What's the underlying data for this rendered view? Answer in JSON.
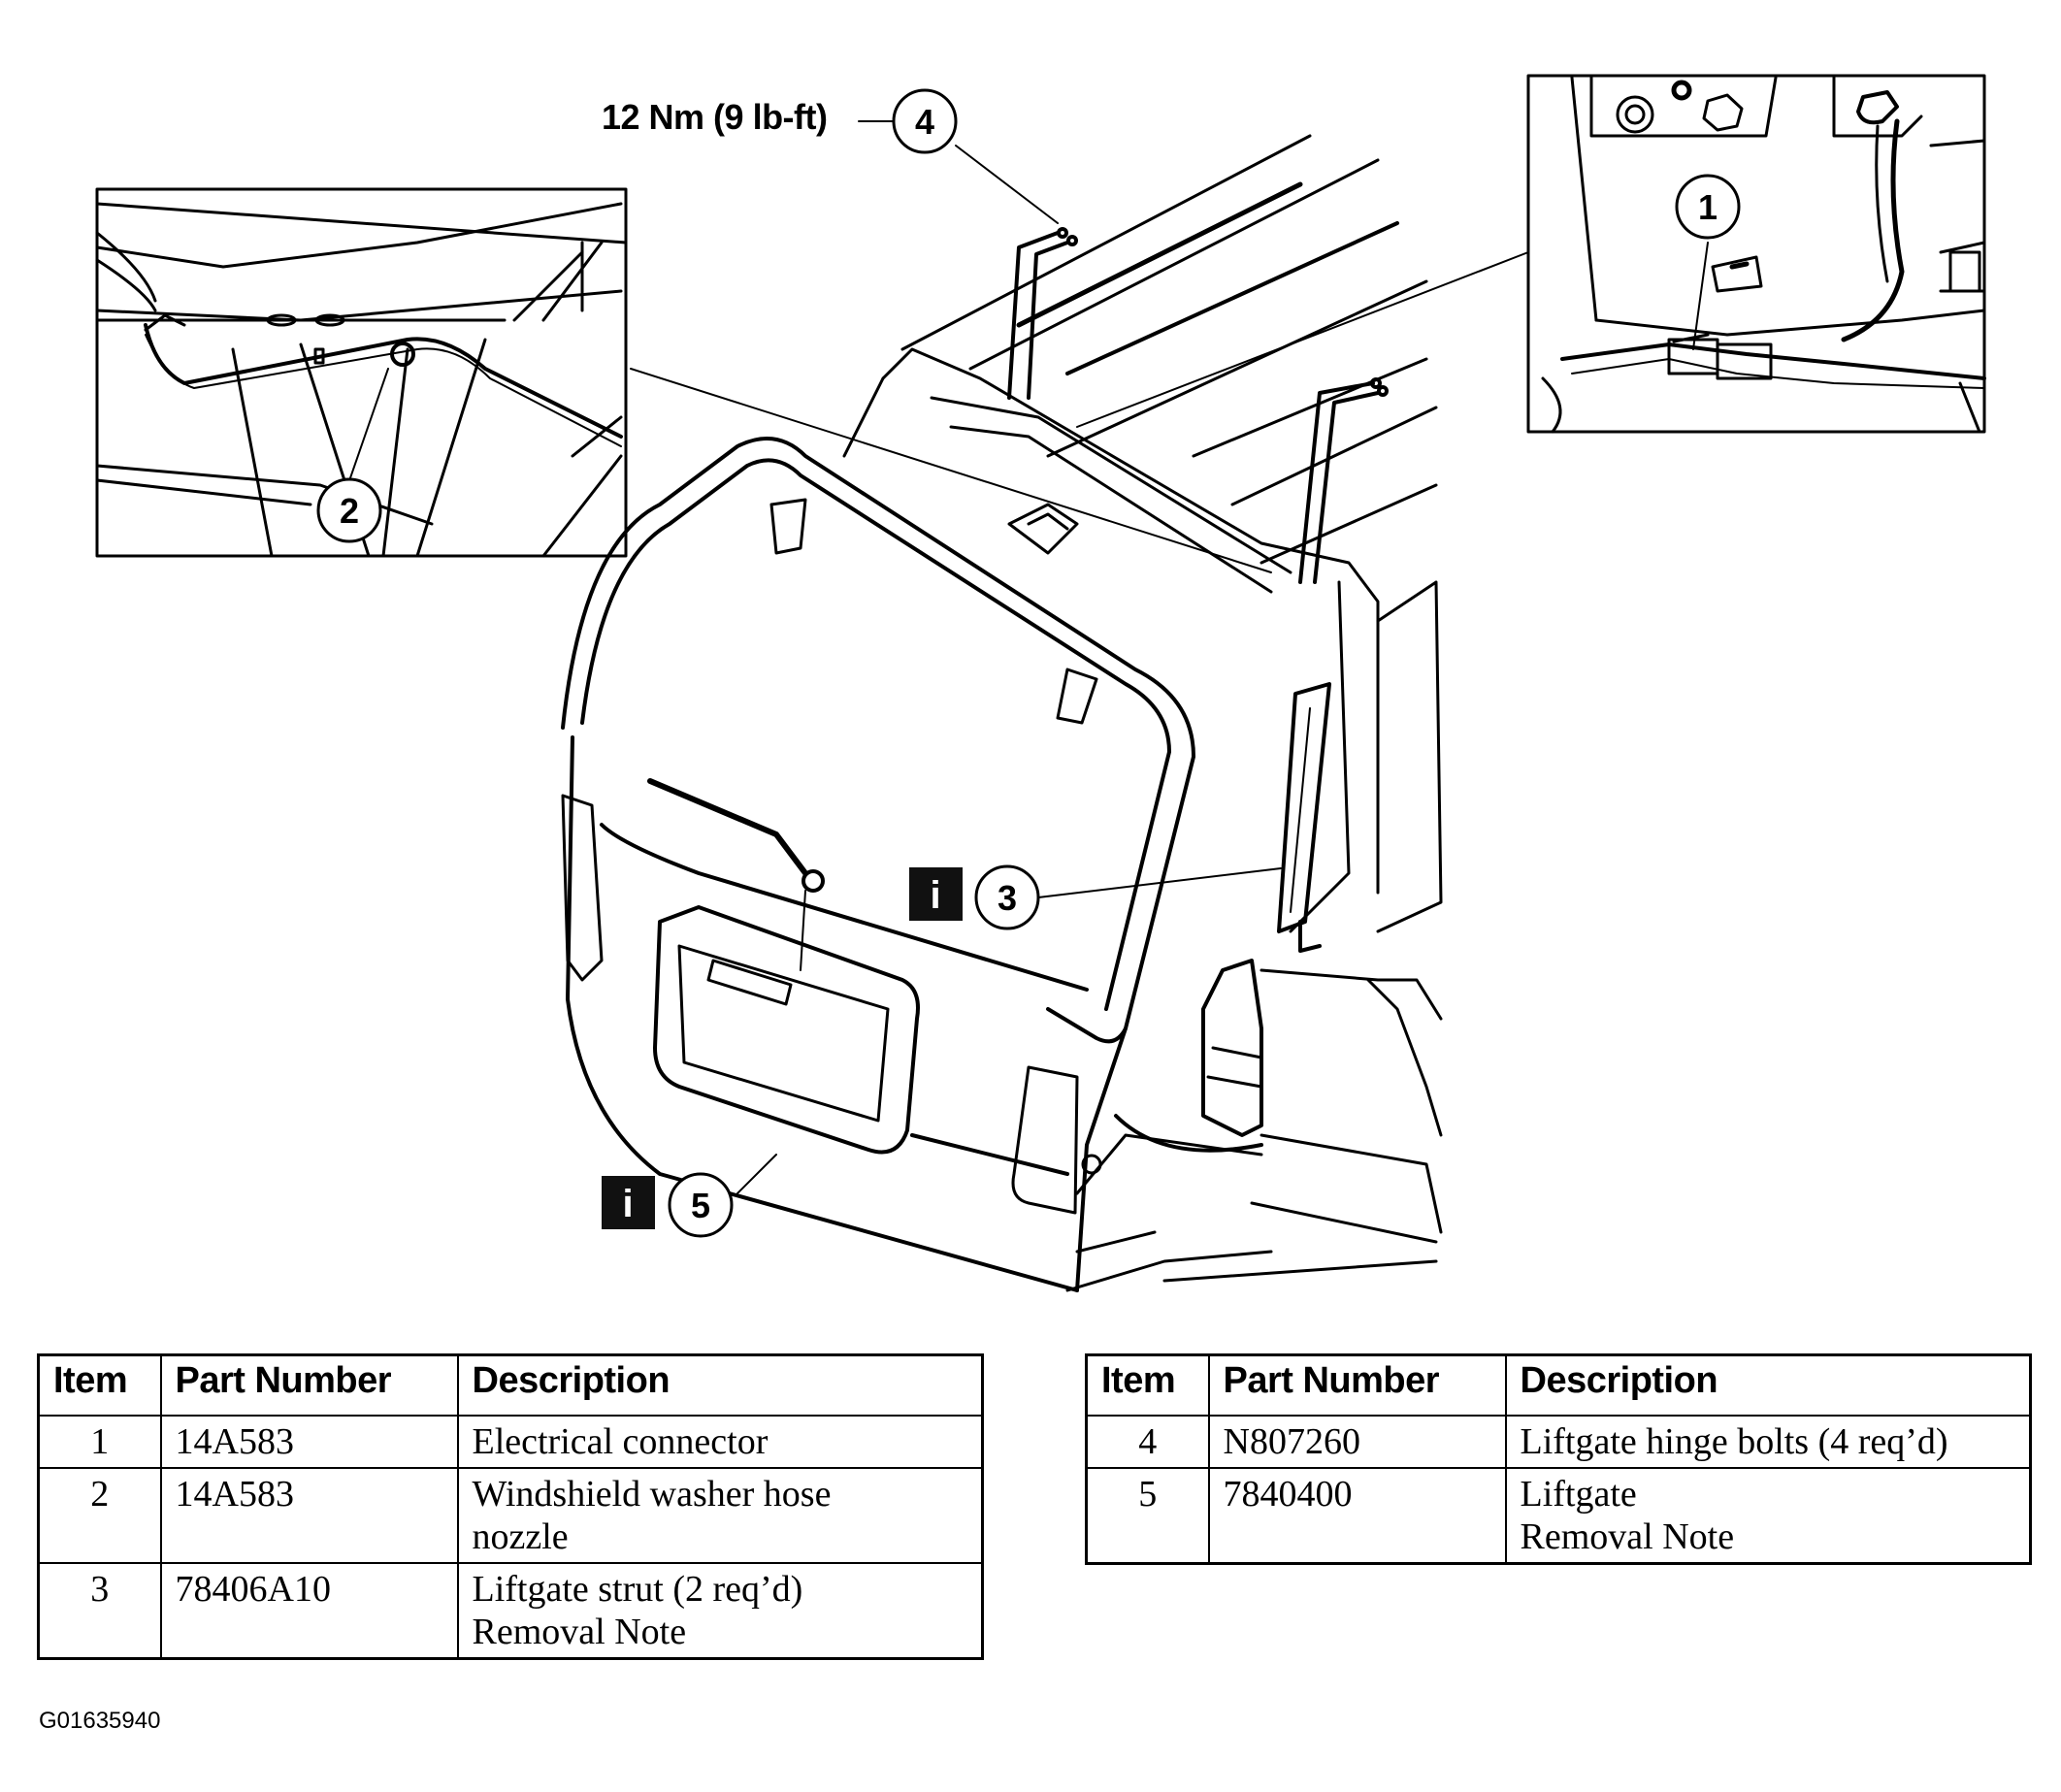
{
  "torque_label": "12 Nm (9 lb-ft)",
  "callouts": [
    "1",
    "2",
    "3",
    "4",
    "5"
  ],
  "info_icon_glyph": "i",
  "figure_id": "G01635940",
  "table_headers": {
    "item": "Item",
    "part_number": "Part Number",
    "description": "Description"
  },
  "parts_left": [
    {
      "item": "1",
      "part_number": "14A583",
      "description_lines": [
        "Electrical connector"
      ]
    },
    {
      "item": "2",
      "part_number": "14A583",
      "description_lines": [
        "Windshield washer hose",
        "nozzle"
      ]
    },
    {
      "item": "3",
      "part_number": "78406A10",
      "description_lines": [
        "Liftgate strut (2 req’d)",
        "Removal Note"
      ]
    }
  ],
  "parts_right": [
    {
      "item": "4",
      "part_number": "N807260",
      "description_lines": [
        "Liftgate hinge bolts (4 req’d)"
      ]
    },
    {
      "item": "5",
      "part_number": "7840400",
      "description_lines": [
        "Liftgate",
        "Removal Note"
      ]
    }
  ]
}
